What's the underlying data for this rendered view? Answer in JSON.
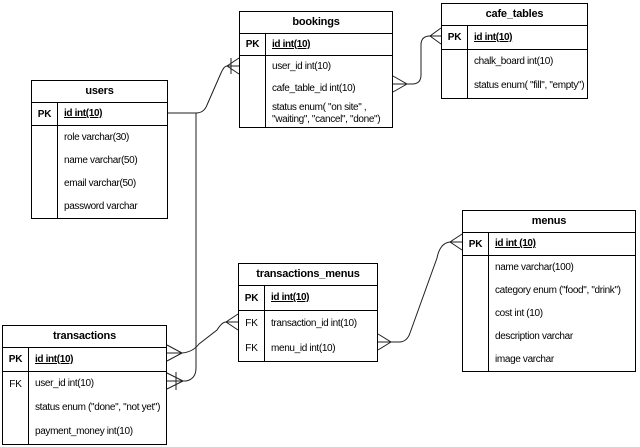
{
  "diagram": {
    "type": "entity-relationship-diagram",
    "colors": {
      "border": "#000000",
      "background": "#ffffff",
      "text": "#000000",
      "line": "#1f1f1f"
    },
    "tables": [
      {
        "name": "users",
        "rows": [
          {
            "key": "PK",
            "field": "id int(10)",
            "pk": true
          },
          {
            "key": "",
            "field": "role varchar(30)"
          },
          {
            "key": "",
            "field": "name varchar(50)"
          },
          {
            "key": "",
            "field": "email varchar(50)"
          },
          {
            "key": "",
            "field": "password varchar"
          }
        ]
      },
      {
        "name": "bookings",
        "rows": [
          {
            "key": "PK",
            "field": "id int(10)",
            "pk": true
          },
          {
            "key": "",
            "field": "user_id int(10)"
          },
          {
            "key": "",
            "field": "cafe_table_id int(10)"
          },
          {
            "key": "",
            "field": "status enum( \"on site\" , \"waiting\", \"cancel\", \"done\")"
          }
        ]
      },
      {
        "name": "cafe_tables",
        "rows": [
          {
            "key": "PK",
            "field": "id int(10)",
            "pk": true
          },
          {
            "key": "",
            "field": "chalk_board int(10)"
          },
          {
            "key": "",
            "field": "status enum( \"fill\", \"empty\")"
          }
        ]
      },
      {
        "name": "menus",
        "rows": [
          {
            "key": "PK",
            "field": "id int (10)",
            "pk": true
          },
          {
            "key": "",
            "field": "name varchar(100)"
          },
          {
            "key": "",
            "field": "category enum (\"food\", \"drink\")"
          },
          {
            "key": "",
            "field": "cost int (10)"
          },
          {
            "key": "",
            "field": "description varchar"
          },
          {
            "key": "",
            "field": "image varchar"
          }
        ]
      },
      {
        "name": "transactions_menus",
        "rows": [
          {
            "key": "PK",
            "field": "id int(10)",
            "pk": true
          },
          {
            "key": "FK",
            "field": "transaction_id int(10)"
          },
          {
            "key": "FK",
            "field": "menu_id int(10)"
          }
        ]
      },
      {
        "name": "transactions",
        "rows": [
          {
            "key": "PK",
            "field": "id int(10)",
            "pk": true
          },
          {
            "key": "FK",
            "field": "user_id int(10)"
          },
          {
            "key": "",
            "field": "status enum (\"done\", \"not yet\")"
          },
          {
            "key": "",
            "field": "payment_money int(10)"
          }
        ]
      }
    ],
    "relationships": [
      {
        "from": "users",
        "to": "bookings",
        "from_marker": "plain",
        "to_marker": "crows-foot-with-tick"
      },
      {
        "from": "users",
        "to": "transactions",
        "from_marker": "plain",
        "to_marker": "crows-foot-with-tick"
      },
      {
        "from": "transactions",
        "to": "transactions_menus",
        "from_marker": "crows-foot",
        "to_marker": "crows-foot"
      },
      {
        "from": "transactions_menus",
        "to": "menus",
        "from_marker": "crows-foot",
        "to_marker": "crows-foot"
      },
      {
        "from": "bookings",
        "to": "cafe_tables",
        "from_marker": "crows-foot",
        "to_marker": "crows-foot"
      }
    ]
  }
}
